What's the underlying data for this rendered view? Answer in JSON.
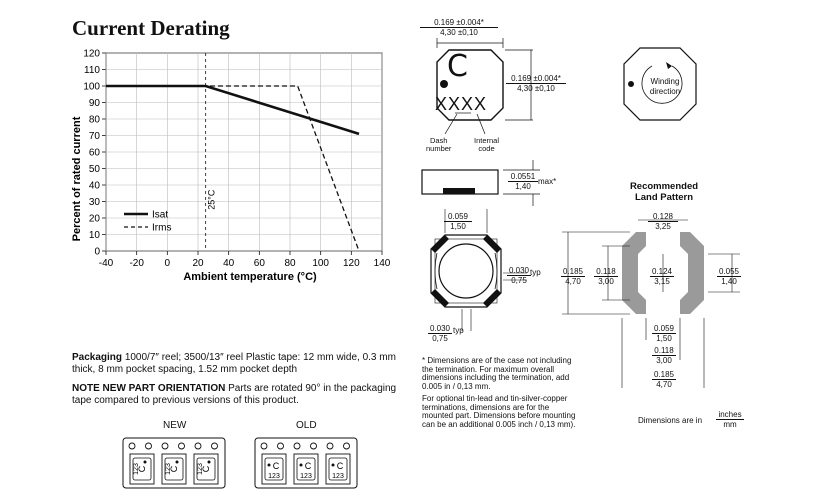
{
  "title": "Current Derating",
  "chart_data": {
    "type": "line",
    "xlabel": "Ambient temperature (°C)",
    "ylabel": "Percent of rated current",
    "xlim": [
      -40,
      140
    ],
    "ylim": [
      0,
      120
    ],
    "xticks": [
      "-40",
      "-20",
      "0",
      "20",
      "40",
      "60",
      "80",
      "100",
      "120",
      "140"
    ],
    "yticks": [
      "0",
      "10",
      "20",
      "30",
      "40",
      "50",
      "60",
      "70",
      "80",
      "90",
      "100",
      "110",
      "120"
    ],
    "reference_line": {
      "x": 25,
      "label": "25°C"
    },
    "series": [
      {
        "name": "Isat",
        "style": "solid",
        "x": [
          -40,
          25,
          125
        ],
        "y": [
          100,
          100,
          71
        ]
      },
      {
        "name": "Irms",
        "style": "dashed",
        "x": [
          -40,
          85,
          125
        ],
        "y": [
          100,
          100,
          0
        ]
      }
    ],
    "grid": true,
    "legend": "bottom-left"
  },
  "top_view": {
    "width_dim": {
      "inch": "0.169 ±0.004*",
      "mm": "4,30 ±0,10"
    },
    "height_dim": {
      "inch": "0.169 ±0.004*",
      "mm": "4,30 ±0,10"
    },
    "marking_letter": "C",
    "marking_code": "XXXX",
    "label_dash": [
      "Dash",
      "number"
    ],
    "label_internal": [
      "Internal",
      "code"
    ]
  },
  "side_view": {
    "max_dim": {
      "inch": "0.0551",
      "mm": "1,40"
    },
    "suffix": "max*"
  },
  "bottom_view": {
    "dim_top": {
      "inch": "0.059",
      "mm": "1,50"
    },
    "dim_right": {
      "inch": "0.030",
      "mm": "0,75"
    },
    "dim_bottom": {
      "inch": "0.030",
      "mm": "0,75"
    },
    "typ": "typ"
  },
  "winding": {
    "line1": "Winding",
    "line2": "direction"
  },
  "land_pattern": {
    "title1": "Recommended",
    "title2": "Land Pattern",
    "d_top": {
      "inch": "0.128",
      "mm": "3,25"
    },
    "d_left_outer": {
      "inch": "0.185",
      "mm": "4,70"
    },
    "d_left_inner": {
      "inch": "0.118",
      "mm": "3,00"
    },
    "d_center": {
      "inch": "0.124",
      "mm": "3,15"
    },
    "d_right": {
      "inch": "0.055",
      "mm": "1,40"
    },
    "d_b1": {
      "inch": "0.059",
      "mm": "1,50"
    },
    "d_b2": {
      "inch": "0.118",
      "mm": "3,00"
    },
    "d_b3": {
      "inch": "0.185",
      "mm": "4,70"
    }
  },
  "dims_note": {
    "prefix": "Dimensions are in",
    "inches": "inches",
    "mm": "mm"
  },
  "notes": [
    "* Dimensions are of the case not including",
    "the termination. For maximum overall",
    "dimensions including the termination, add",
    "0.005 in / 0,13 mm.",
    "For optional tin-lead and tin-silver-copper",
    "terminations, dimensions are for the",
    "mounted part. Dimensions before mounting",
    "can be an additional 0.005 inch / 0,13 mm)."
  ],
  "packaging": {
    "label": "Packaging",
    "text": "1000/7″ reel; 3500/13″ reel   Plastic tape: 12 mm wide, 0.3 mm thick, 8 mm pocket spacing, 1.52 mm pocket depth",
    "note_label": "NOTE NEW PART ORIENTATION",
    "note_text": "Parts are rotated 90° in the packaging tape compared to previous versions of this product."
  },
  "tape": {
    "new_label": "NEW",
    "old_label": "OLD",
    "part_letter": "C",
    "part_code": "123"
  }
}
